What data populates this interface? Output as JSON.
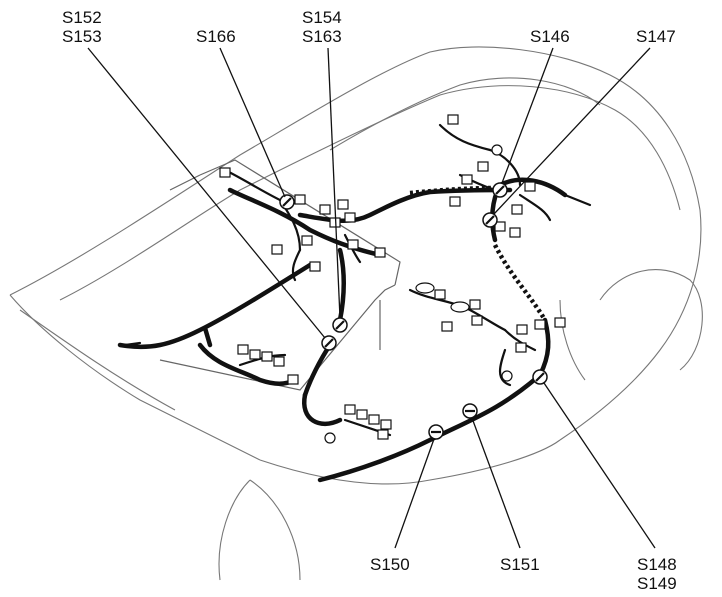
{
  "callouts": {
    "s152_s153": [
      "S152",
      "S153"
    ],
    "s166": [
      "S166"
    ],
    "s154_s163": [
      "S154",
      "S163"
    ],
    "s146": [
      "S146"
    ],
    "s147": [
      "S147"
    ],
    "s150": [
      "S150"
    ],
    "s151": [
      "S151"
    ],
    "s148_s149": [
      "S148",
      "S149"
    ]
  },
  "colors": {
    "harness": "#111111",
    "body_outline": "#777777",
    "background": "#ffffff"
  }
}
